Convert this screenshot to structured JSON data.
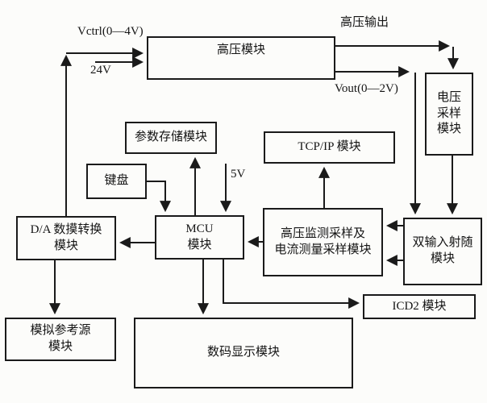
{
  "diagram": {
    "modules": {
      "hv": {
        "label": "高压模块"
      },
      "voltage_sampling": {
        "lines": [
          "电压",
          "采样",
          "模块"
        ]
      },
      "param_storage": {
        "label": "参数存储模块"
      },
      "tcpip": {
        "label": "TCP/IP 模块"
      },
      "keyboard": {
        "label": "键盘"
      },
      "da": {
        "lines": [
          "D/A 数摸转换",
          "模块"
        ]
      },
      "mcu": {
        "lines": [
          "MCU",
          "模块"
        ]
      },
      "hv_monitor": {
        "lines": [
          "高压监测采样及",
          "电流测量采样模块"
        ]
      },
      "dual_follower": {
        "lines": [
          "双输入射随",
          "模块"
        ]
      },
      "icd2": {
        "label": "ICD2 模块"
      },
      "analog_ref": {
        "lines": [
          "模拟参考源",
          "模块"
        ]
      },
      "digital_display": {
        "label": "数码显示模块"
      }
    },
    "labels": {
      "vctrl": "Vctrl(0—4V)",
      "v24": "24V",
      "hv_output": "高压输出",
      "vout": "Vout(0—2V)",
      "v5": "5V"
    },
    "colors": {
      "line": "#1a1a1a",
      "background": "#fcfcfa"
    }
  }
}
